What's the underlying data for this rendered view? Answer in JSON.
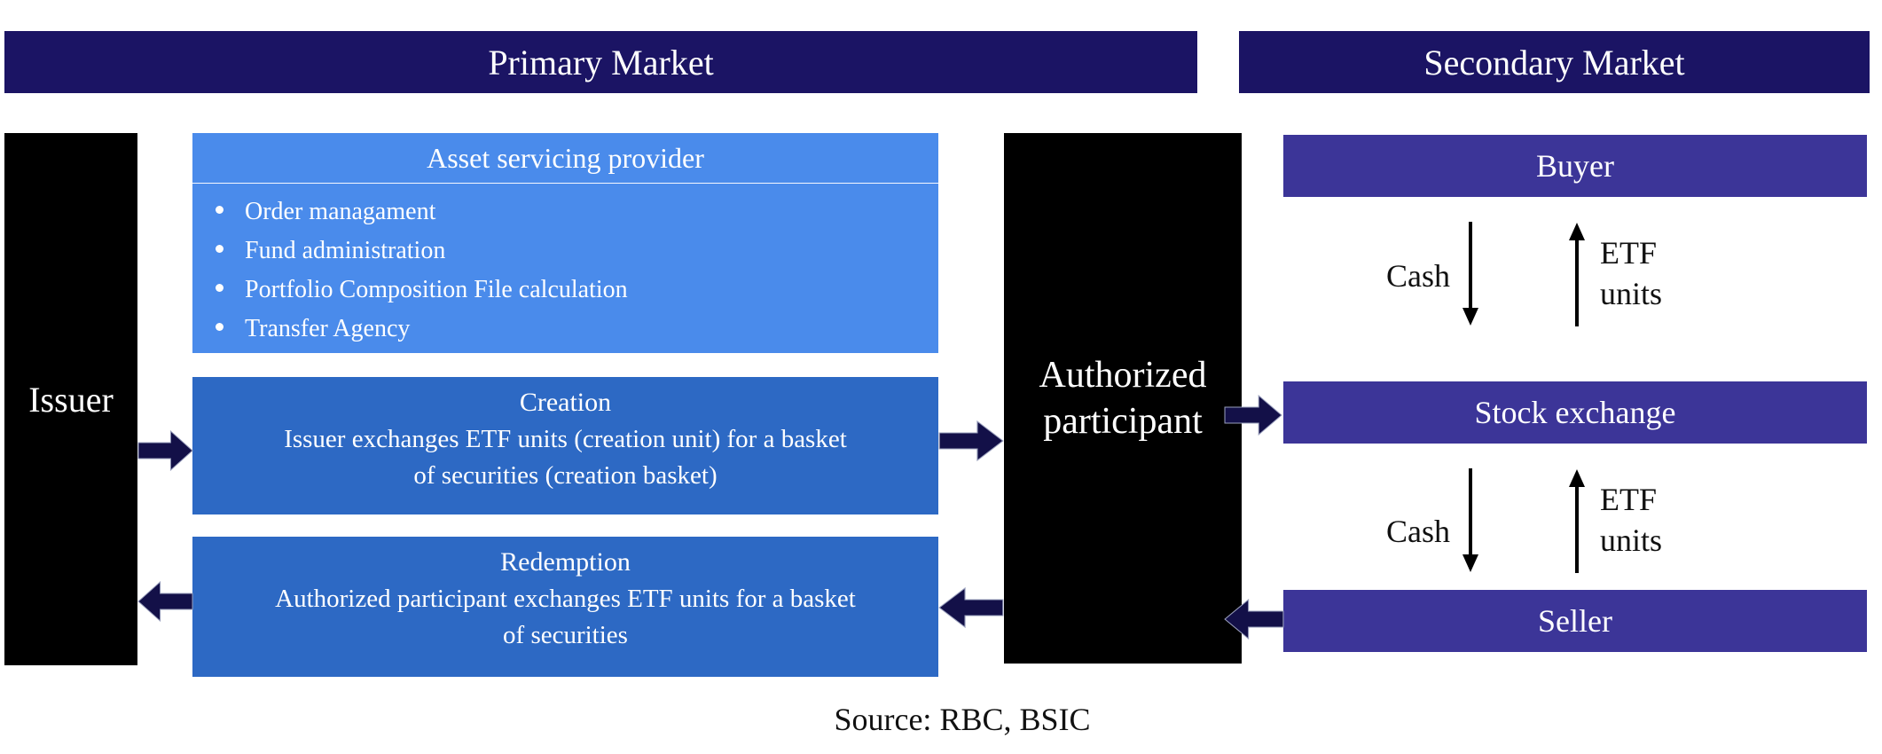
{
  "headers": {
    "primary": "Primary Market",
    "secondary": "Secondary Market"
  },
  "primary_market": {
    "issuer": "Issuer",
    "asset_servicing": {
      "title": "Asset servicing provider",
      "bullets": [
        "Order managament",
        "Fund administration",
        "Portfolio Composition File calculation",
        "Transfer Agency"
      ]
    },
    "creation": {
      "title": "Creation",
      "body": "Issuer exchanges ETF units (creation unit) for a basket of securities (creation basket)"
    },
    "redemption": {
      "title": "Redemption",
      "body": "Authorized participant exchanges ETF units for a basket of securities"
    },
    "authorized_participant": "Authorized participant"
  },
  "secondary_market": {
    "buyer": "Buyer",
    "stock_exchange": "Stock exchange",
    "seller": "Seller",
    "flows": {
      "cash": "Cash",
      "etf_units": "ETF units"
    }
  },
  "source_note": "Source: RBC, BSIC",
  "colors": {
    "header_navy": "#1B1464",
    "arrow_navy": "#131048",
    "asset_servicing_blue": "#4A8BEB",
    "process_blue": "#2D69C4",
    "secondary_purple": "#3C3598",
    "participant_black": "#000000",
    "text_white": "#ffffff",
    "text_black": "#111111"
  }
}
